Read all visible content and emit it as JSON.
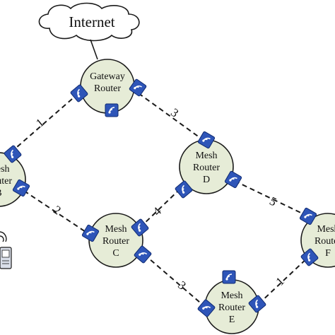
{
  "internet": {
    "label": "Internet"
  },
  "nodes": [
    {
      "id": "gateway",
      "line1": "Gateway",
      "line2": "Router",
      "line3": ""
    },
    {
      "id": "router-b",
      "line1": "Mesh",
      "line2": "Router",
      "line3": "B"
    },
    {
      "id": "router-c",
      "line1": "Mesh",
      "line2": "Router",
      "line3": "C"
    },
    {
      "id": "router-d",
      "line1": "Mesh",
      "line2": "Router",
      "line3": "D"
    },
    {
      "id": "router-e",
      "line1": "Mesh",
      "line2": "Router",
      "line3": "E"
    },
    {
      "id": "router-f",
      "line1": "Mesh",
      "line2": "Router",
      "line3": "F"
    }
  ],
  "links": [
    {
      "id": "gateway-b",
      "label": "1"
    },
    {
      "id": "gateway-d",
      "label": "3"
    },
    {
      "id": "b-c",
      "label": "2"
    },
    {
      "id": "c-d",
      "label": "4"
    },
    {
      "id": "d-f",
      "label": "5"
    },
    {
      "id": "c-e",
      "label": "3"
    },
    {
      "id": "e-f",
      "label": "1"
    }
  ],
  "colors": {
    "node_fill": "#e6ecd7",
    "radio_blue": "#2e55b8",
    "stroke": "#1a1a1a"
  },
  "icons": [
    "wireless-radio-icon",
    "cloud-icon",
    "client-device-icon"
  ]
}
